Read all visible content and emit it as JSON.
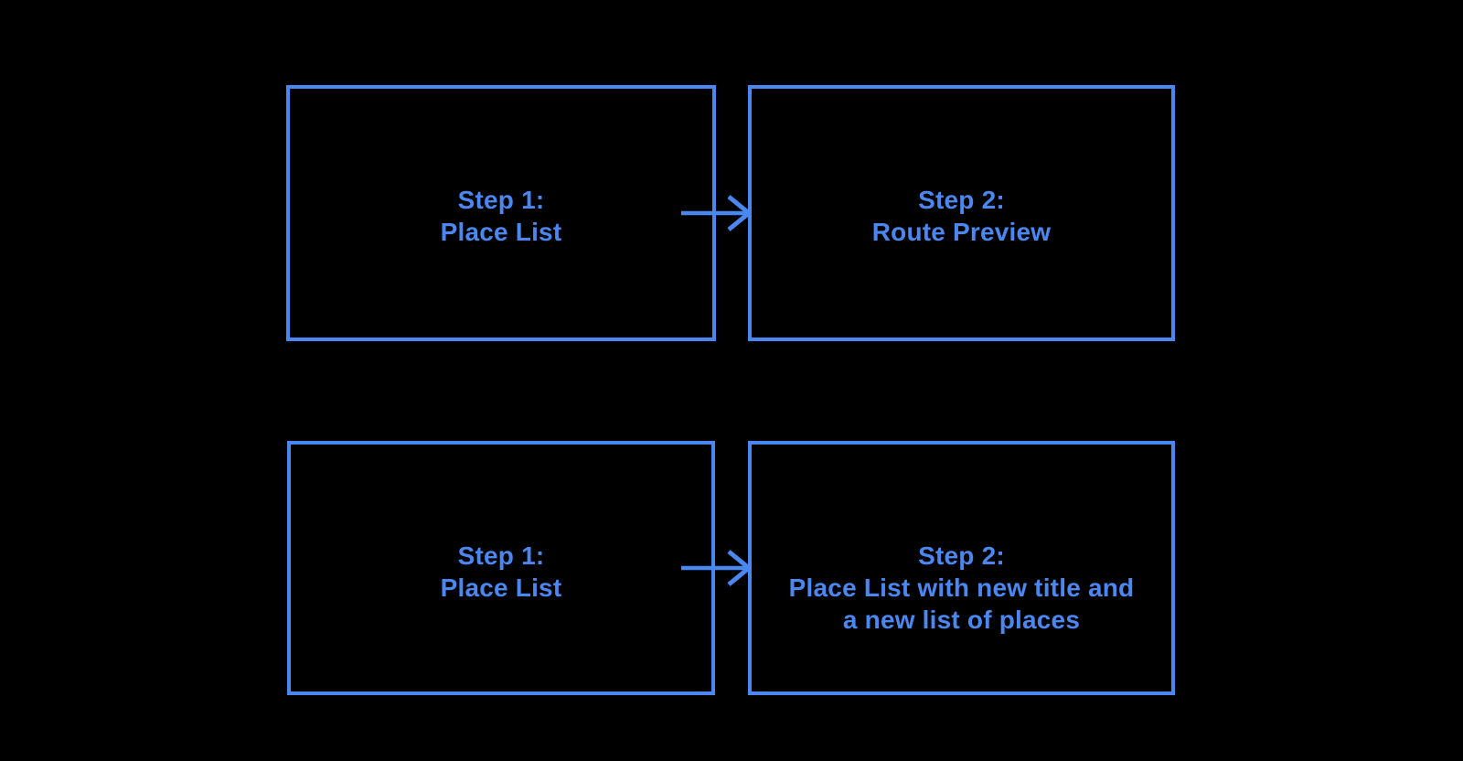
{
  "colors": {
    "accent": "#4B87F0",
    "background": "#000000"
  },
  "diagram": {
    "title": "place-list-flow-diagram",
    "rows": [
      {
        "source": {
          "lines": [
            "Step 1:",
            "Place List"
          ]
        },
        "target": {
          "lines": [
            "Step 2:",
            "Route Preview"
          ]
        },
        "connector": "arrow-right"
      },
      {
        "source": {
          "lines": [
            "Step 1:",
            "Place List"
          ]
        },
        "target": {
          "lines": [
            "Step 2:",
            "Place List with new title and",
            "a new list of places"
          ]
        },
        "connector": "arrow-right"
      }
    ]
  }
}
